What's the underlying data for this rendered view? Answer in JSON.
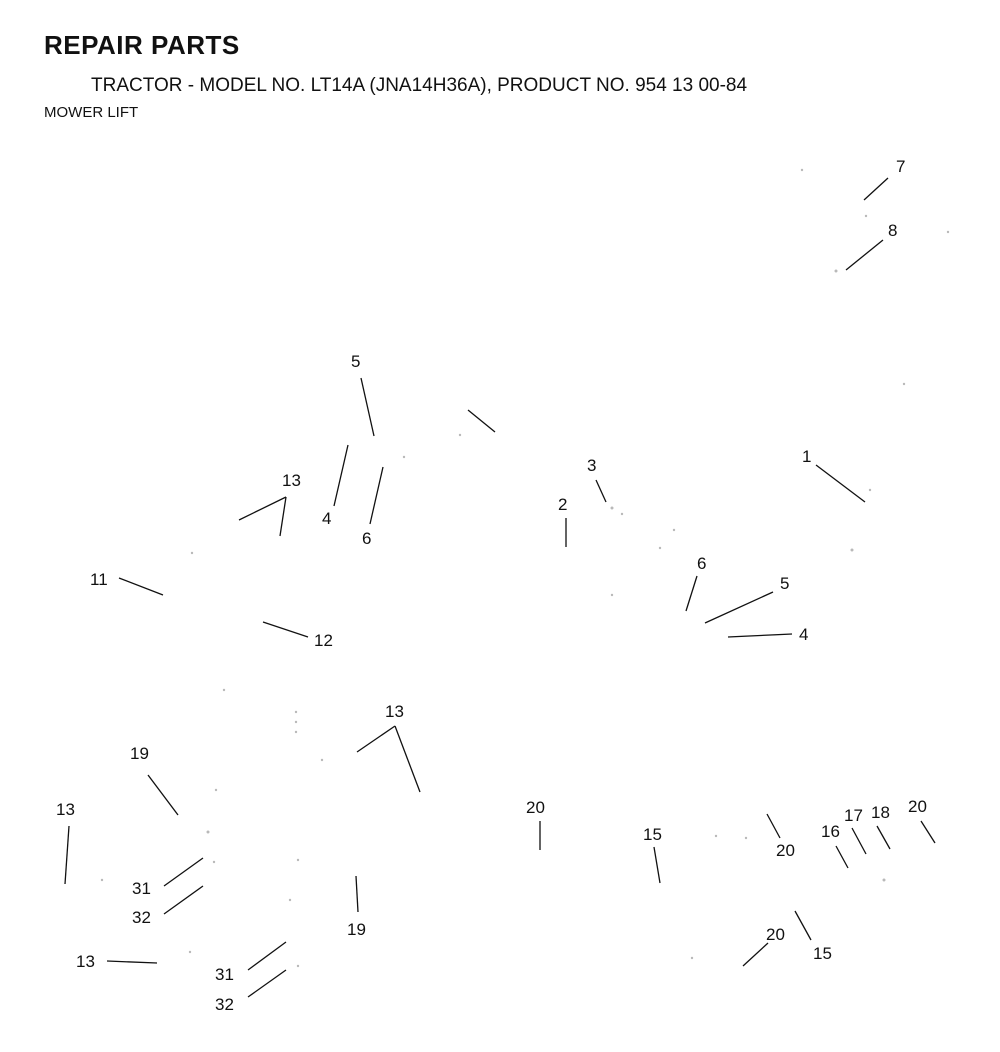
{
  "header": {
    "title": "REPAIR PARTS",
    "subtitle": "TRACTOR - MODEL NO. LT14A (JNA14H36A), PRODUCT NO. 954 13 00-84",
    "section": "MOWER LIFT"
  },
  "callouts": [
    {
      "label": "7"
    },
    {
      "label": "8"
    },
    {
      "label": "5"
    },
    {
      "label": "1"
    },
    {
      "label": "13"
    },
    {
      "label": "3"
    },
    {
      "label": "4"
    },
    {
      "label": "6"
    },
    {
      "label": "2"
    },
    {
      "label": "6"
    },
    {
      "label": "5"
    },
    {
      "label": "11"
    },
    {
      "label": "4"
    },
    {
      "label": "12"
    },
    {
      "label": "13"
    },
    {
      "label": "19"
    },
    {
      "label": "20"
    },
    {
      "label": "20"
    },
    {
      "label": "13"
    },
    {
      "label": "15"
    },
    {
      "label": "20"
    },
    {
      "label": "16"
    },
    {
      "label": "17"
    },
    {
      "label": "18"
    },
    {
      "label": "31"
    },
    {
      "label": "32"
    },
    {
      "label": "19"
    },
    {
      "label": "13"
    },
    {
      "label": "20"
    },
    {
      "label": "15"
    },
    {
      "label": "31"
    },
    {
      "label": "32"
    }
  ]
}
